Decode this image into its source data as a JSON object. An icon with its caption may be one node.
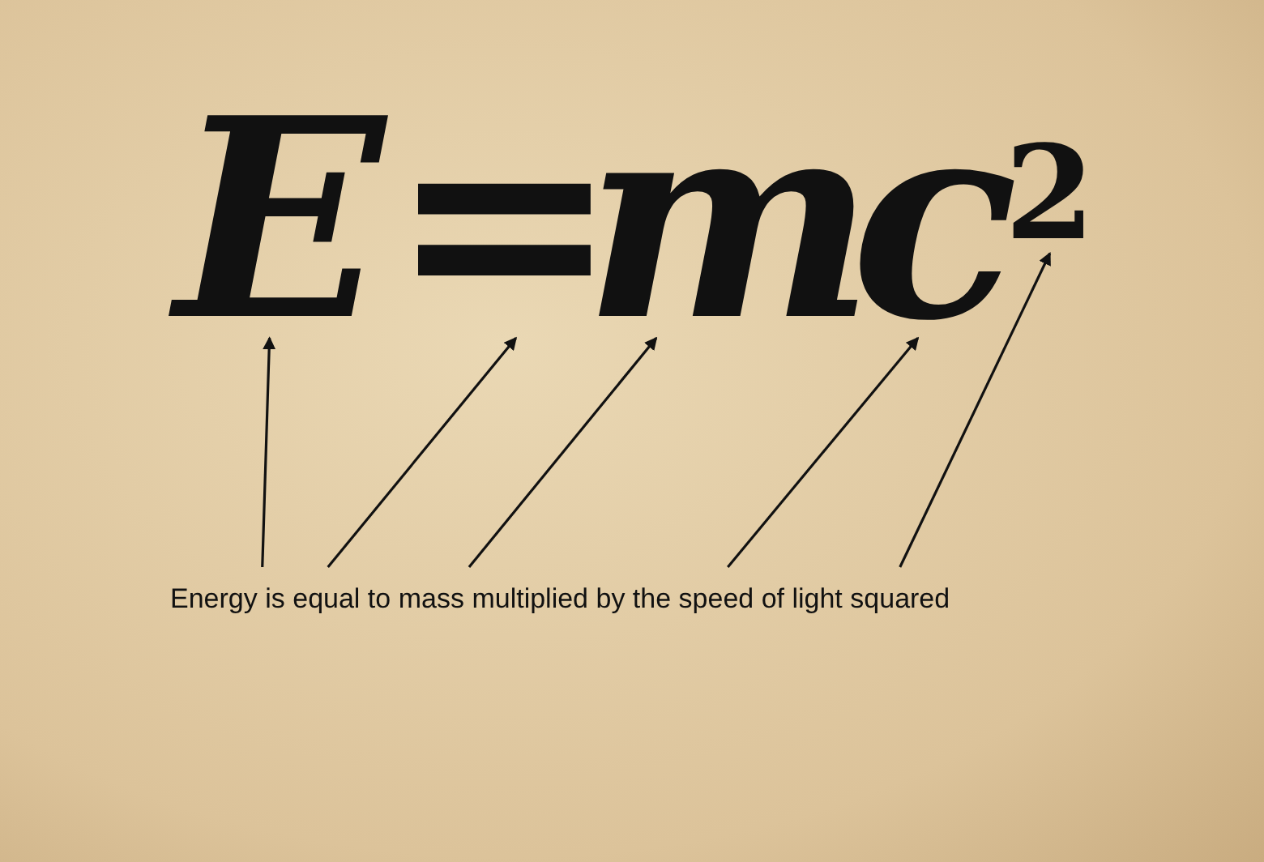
{
  "diagram": {
    "nodes": [
      {
        "text": [
          "E"
        ]
      },
      {
        "text": [
          "="
        ]
      },
      {
        "text": [
          "m"
        ]
      },
      {
        "text": [
          "c"
        ]
      },
      {
        "text": [
          "2"
        ]
      },
      {
        "text": [
          "Energy"
        ]
      },
      {
        "text": [
          "is equal to"
        ]
      },
      {
        "text": [
          "mass"
        ]
      },
      {
        "text": [
          "speed of light"
        ]
      },
      {
        "text": [
          "squared"
        ]
      }
    ],
    "edges": [
      {
        "from": 5,
        "to": 0,
        "arrow": "to"
      },
      {
        "from": 6,
        "to": 1,
        "arrow": "to"
      },
      {
        "from": 7,
        "to": 2,
        "arrow": "to"
      },
      {
        "from": 8,
        "to": 3,
        "arrow": "to"
      },
      {
        "from": 9,
        "to": 4,
        "arrow": "to"
      }
    ],
    "labels": [
      "multiplied by the"
    ]
  }
}
